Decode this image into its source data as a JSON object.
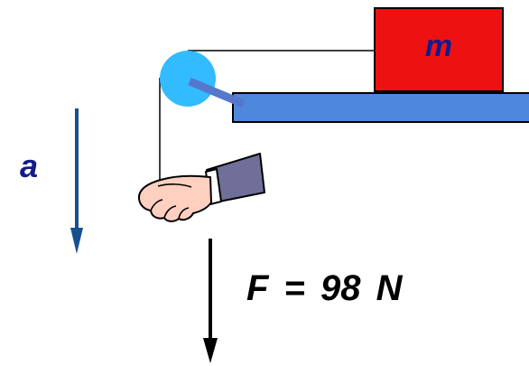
{
  "diagram": {
    "mass_label": "m",
    "acceleration_label": "a",
    "force_label": "F  =  98 N"
  },
  "colors": {
    "block_fill": "#ee1111",
    "block_text": "#111b8c",
    "table_fill": "#4d88dd",
    "pulley_fill": "#33bbff",
    "pulley_axle": "#5577cc",
    "accel_arrow": "#17508f",
    "accel_text": "#111b8c",
    "force_arrow": "#000000",
    "force_text": "#000000",
    "sleeve_fill": "#6f6f99",
    "hand_fill": "#ffcfc0"
  }
}
